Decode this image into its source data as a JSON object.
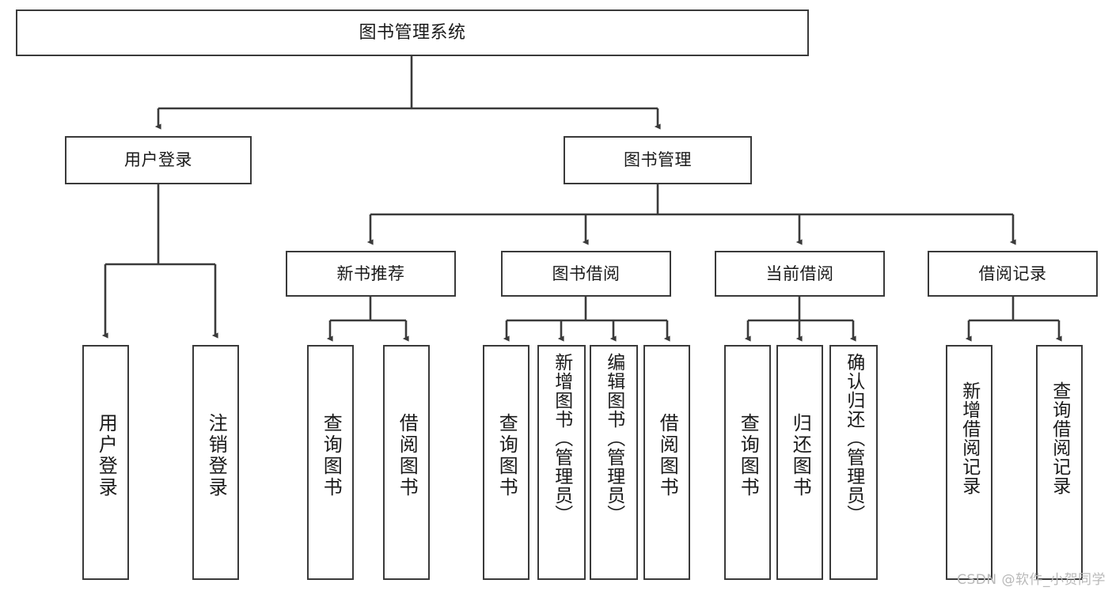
{
  "diagram": {
    "title": "图书管理系统",
    "type": "hierarchy-tree",
    "watermark": "CSDN @软件_小贺同学",
    "colors": {
      "stroke": "#3a3a3a",
      "fill": "#ffffff",
      "text": "#1a1a1a",
      "watermark": "#b9b9b9"
    },
    "levels": {
      "root": {
        "label": "图书管理系统"
      },
      "level1": [
        {
          "id": "user-login",
          "label": "用户登录"
        },
        {
          "id": "book-manage",
          "label": "图书管理"
        }
      ],
      "level2": [
        {
          "id": "new-book-rec",
          "label": "新书推荐"
        },
        {
          "id": "book-borrow",
          "label": "图书借阅"
        },
        {
          "id": "current-borrow",
          "label": "当前借阅"
        },
        {
          "id": "borrow-record",
          "label": "借阅记录"
        }
      ],
      "leaves": {
        "user-login": [
          {
            "id": "leaf-user-login",
            "label": "用户登录"
          },
          {
            "id": "leaf-logout",
            "label": "注销登录"
          }
        ],
        "new-book-rec": [
          {
            "id": "leaf-query-book-1",
            "label": "查询图书"
          },
          {
            "id": "leaf-borrow-book-1",
            "label": "借阅图书"
          }
        ],
        "book-borrow": [
          {
            "id": "leaf-query-book-2",
            "label": "查询图书"
          },
          {
            "id": "leaf-add-book",
            "label": "新增图书（管理员）"
          },
          {
            "id": "leaf-edit-book",
            "label": "编辑图书（管理员）"
          },
          {
            "id": "leaf-borrow-book-2",
            "label": "借阅图书"
          }
        ],
        "current-borrow": [
          {
            "id": "leaf-query-book-3",
            "label": "查询图书"
          },
          {
            "id": "leaf-return-book",
            "label": "归还图书"
          },
          {
            "id": "leaf-confirm-return",
            "label": "确认归还（管理员）"
          }
        ],
        "borrow-record": [
          {
            "id": "leaf-add-record",
            "label": "新增借阅记录"
          },
          {
            "id": "leaf-query-record",
            "label": "查询借阅记录"
          }
        ]
      }
    }
  }
}
